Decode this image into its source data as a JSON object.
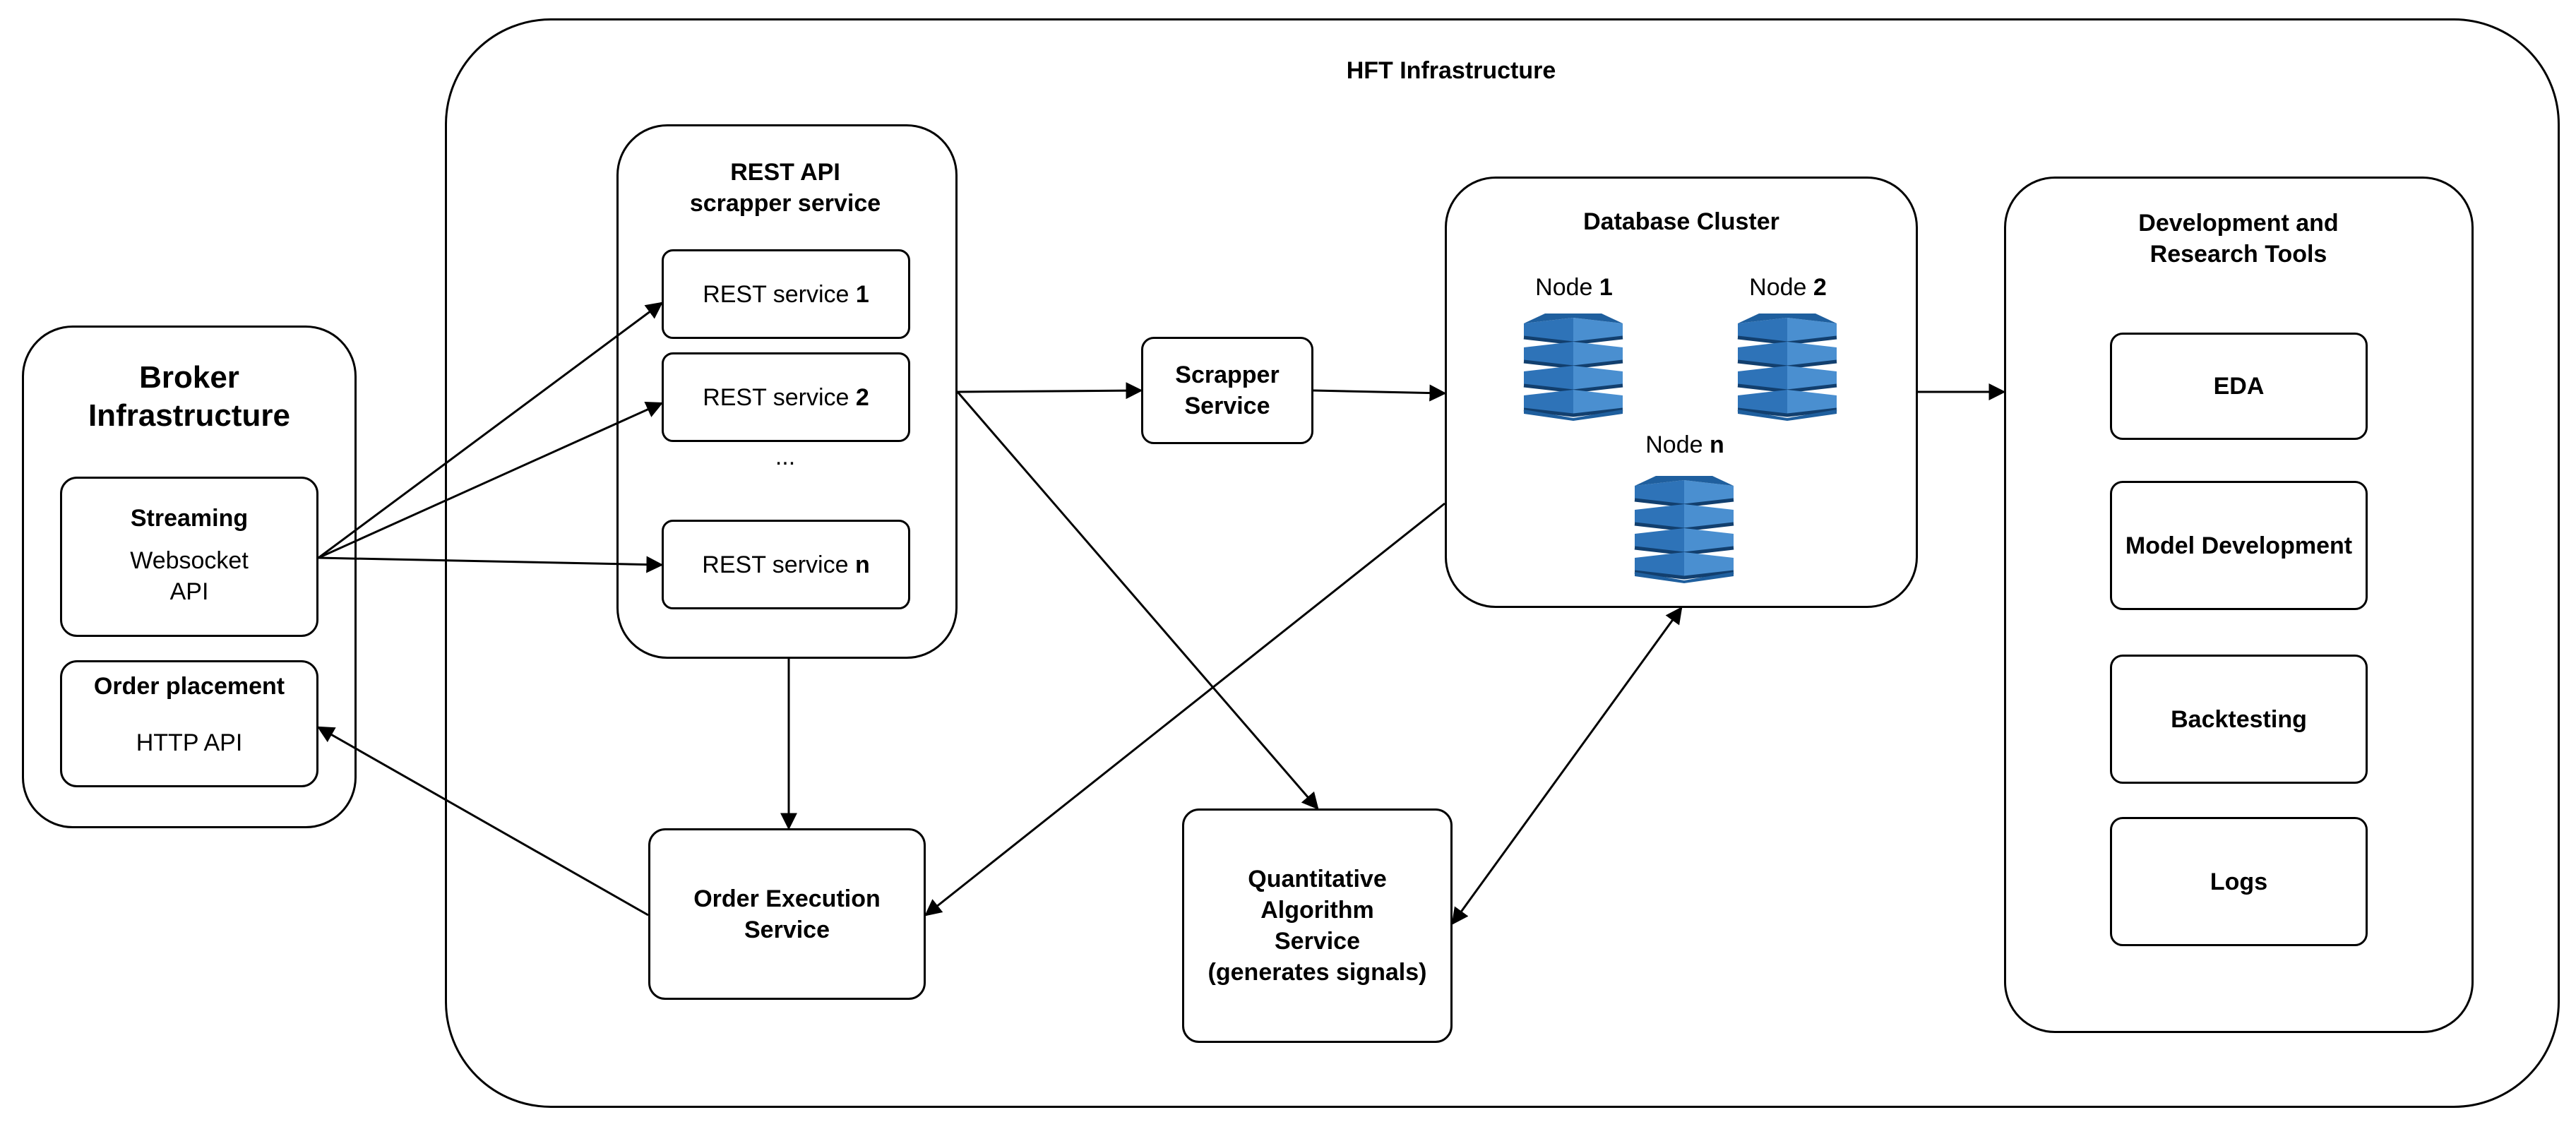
{
  "hft": {
    "title": "HFT Infrastructure"
  },
  "broker": {
    "title_line1": "Broker",
    "title_line2": "Infrastructure",
    "streaming": {
      "title": "Streaming",
      "line1": "Websocket",
      "line2": "API"
    },
    "order_placement": {
      "title": "Order placement",
      "line1": "HTTP API"
    }
  },
  "rest_api": {
    "title_line1": "REST API",
    "title_line2": "scrapper service",
    "services": [
      {
        "prefix": "REST service ",
        "suffix": "1"
      },
      {
        "prefix": "REST service ",
        "suffix": "2"
      },
      {
        "prefix": "REST service ",
        "suffix": "n"
      }
    ],
    "ellipsis": "..."
  },
  "scrapper": {
    "line1": "Scrapper",
    "line2": "Service"
  },
  "database": {
    "title": "Database Cluster",
    "nodes": [
      {
        "prefix": "Node ",
        "suffix": "1"
      },
      {
        "prefix": "Node ",
        "suffix": "2"
      },
      {
        "prefix": "Node ",
        "suffix": "n"
      }
    ]
  },
  "dev_tools": {
    "title_line1": "Development and",
    "title_line2": "Research Tools",
    "items": [
      "EDA",
      "Model Development",
      "Backtesting",
      "Logs"
    ]
  },
  "order_execution": {
    "line1": "Order Execution",
    "line2": "Service"
  },
  "quant": {
    "line1": "Quantitative",
    "line2": "Algorithm",
    "line3": "Service",
    "line4": "(generates signals)"
  },
  "colors": {
    "db_dark": "#1f5f9e",
    "db_mid": "#2e73b8",
    "db_light": "#4a8fd0",
    "db_band": "#123f6e",
    "stroke": "#000000"
  }
}
